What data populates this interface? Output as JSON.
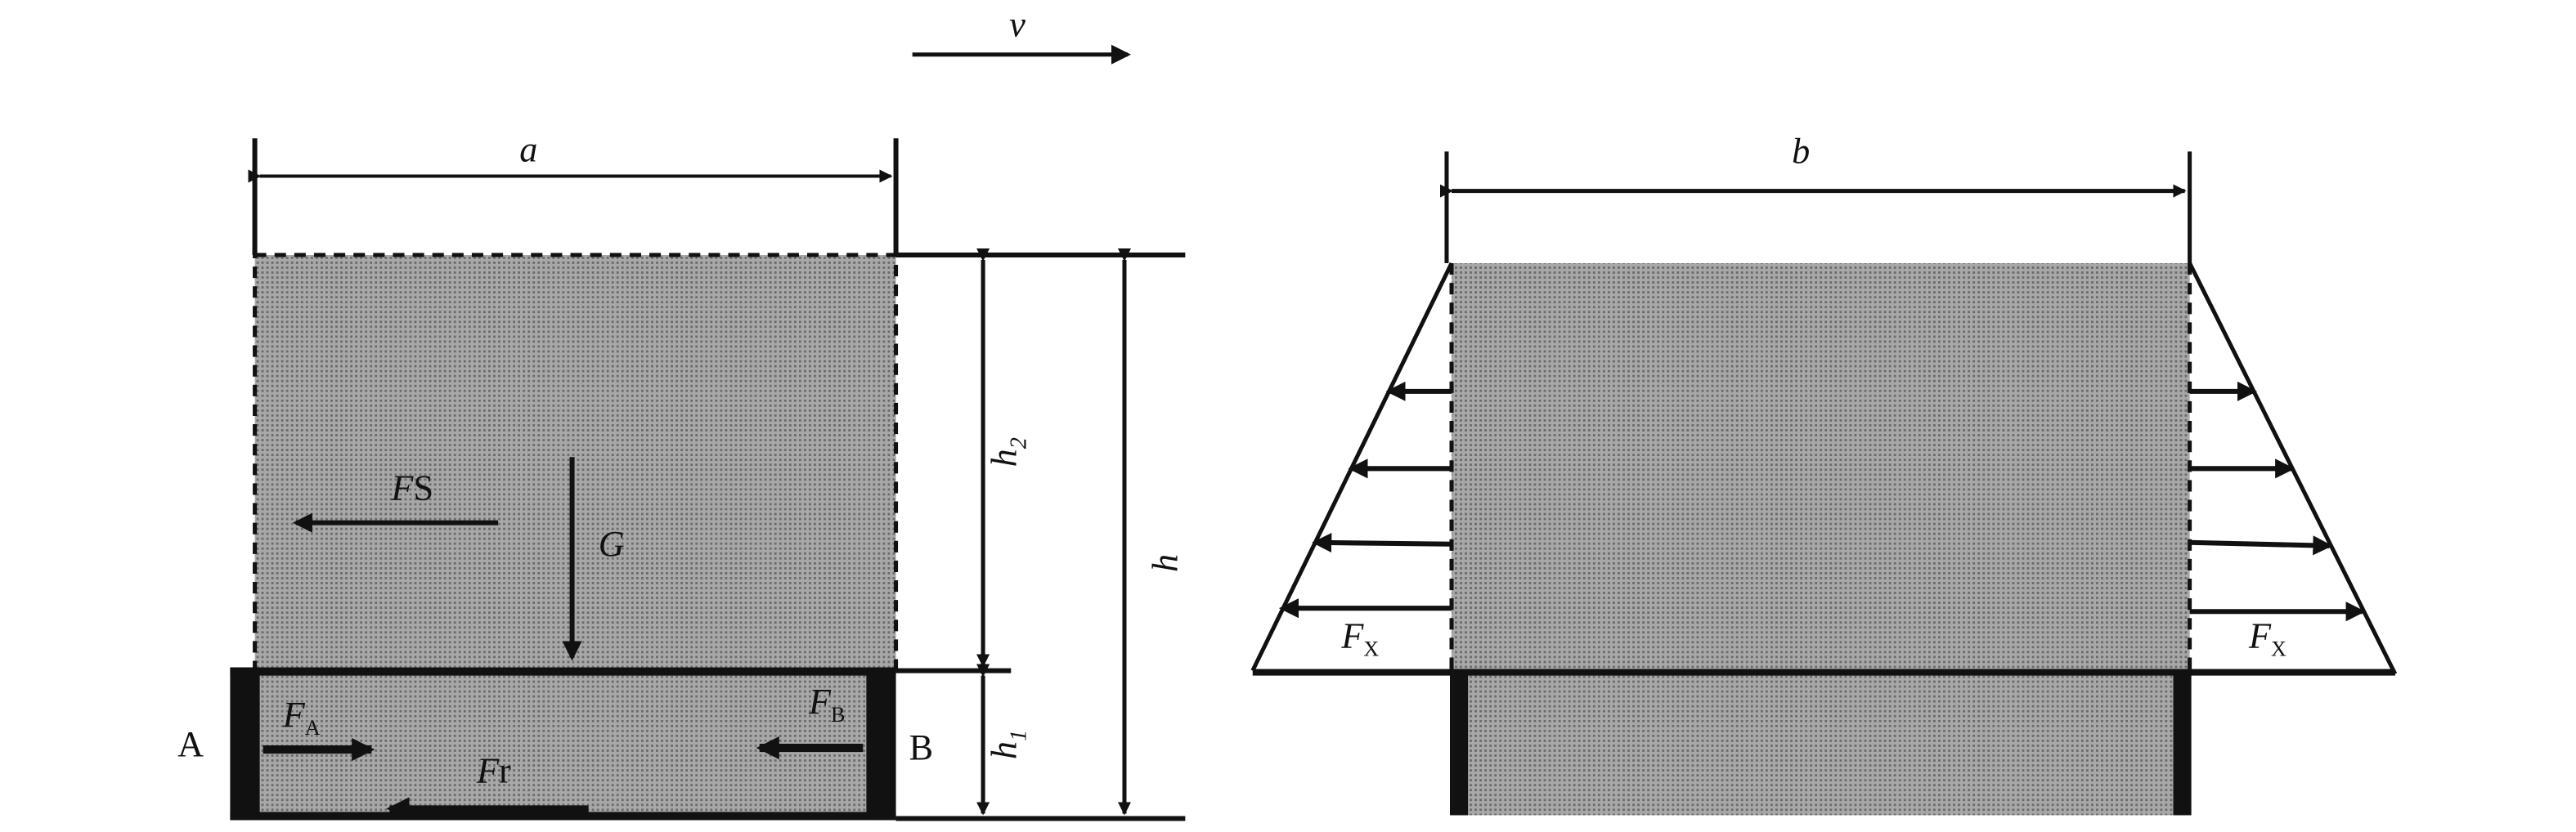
{
  "velocity": {
    "label": "v"
  },
  "left_figure": {
    "width_label": "a",
    "height_labels": {
      "h2_main": "h",
      "h2_sub": "2",
      "h1_main": "h",
      "h1_sub": "1",
      "h": "h"
    },
    "forces": {
      "fs_main": "F",
      "fs_sub": "S",
      "gravity": "G",
      "fa_main": "F",
      "fa_sub": "A",
      "fb_main": "F",
      "fb_sub": "B",
      "fr_main": "F",
      "fr_sub": "r"
    },
    "side_labels": {
      "left": "A",
      "right": "B"
    }
  },
  "right_figure": {
    "width_label": "b",
    "fx_left_main": "F",
    "fx_left_sub": "X",
    "fx_right_main": "F",
    "fx_right_sub": "X"
  },
  "colors": {
    "fill": "#9a9a9a",
    "line": "#111111"
  }
}
